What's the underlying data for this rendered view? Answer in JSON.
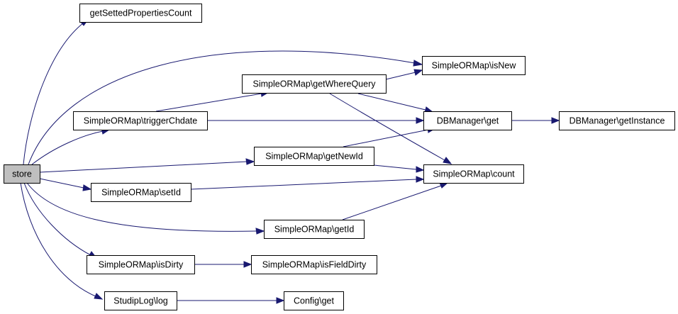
{
  "diagram": {
    "root": "store",
    "nodes": {
      "store": "store",
      "getSettedPropertiesCount": "getSettedPropertiesCount",
      "isNew": "SimpleORMap\\isNew",
      "getWhereQuery": "SimpleORMap\\getWhereQuery",
      "triggerChdate": "SimpleORMap\\triggerChdate",
      "dbGet": "DBManager\\get",
      "getInstance": "DBManager\\getInstance",
      "getNewId": "SimpleORMap\\getNewId",
      "count": "SimpleORMap\\count",
      "setId": "SimpleORMap\\setId",
      "getId": "SimpleORMap\\getId",
      "isDirty": "SimpleORMap\\isDirty",
      "isFieldDirty": "SimpleORMap\\isFieldDirty",
      "log": "StudipLog\\log",
      "configGet": "Config\\get"
    },
    "edges": [
      [
        "store",
        "getSettedPropertiesCount"
      ],
      [
        "store",
        "isNew"
      ],
      [
        "store",
        "triggerChdate"
      ],
      [
        "store",
        "getNewId"
      ],
      [
        "store",
        "setId"
      ],
      [
        "store",
        "getId"
      ],
      [
        "store",
        "isDirty"
      ],
      [
        "store",
        "log"
      ],
      [
        "triggerChdate",
        "getWhereQuery"
      ],
      [
        "triggerChdate",
        "dbGet"
      ],
      [
        "getWhereQuery",
        "isNew"
      ],
      [
        "getWhereQuery",
        "dbGet"
      ],
      [
        "getWhereQuery",
        "count"
      ],
      [
        "dbGet",
        "getInstance"
      ],
      [
        "getNewId",
        "dbGet"
      ],
      [
        "getNewId",
        "count"
      ],
      [
        "setId",
        "count"
      ],
      [
        "getId",
        "count"
      ],
      [
        "isDirty",
        "isFieldDirty"
      ],
      [
        "log",
        "configGet"
      ]
    ]
  }
}
